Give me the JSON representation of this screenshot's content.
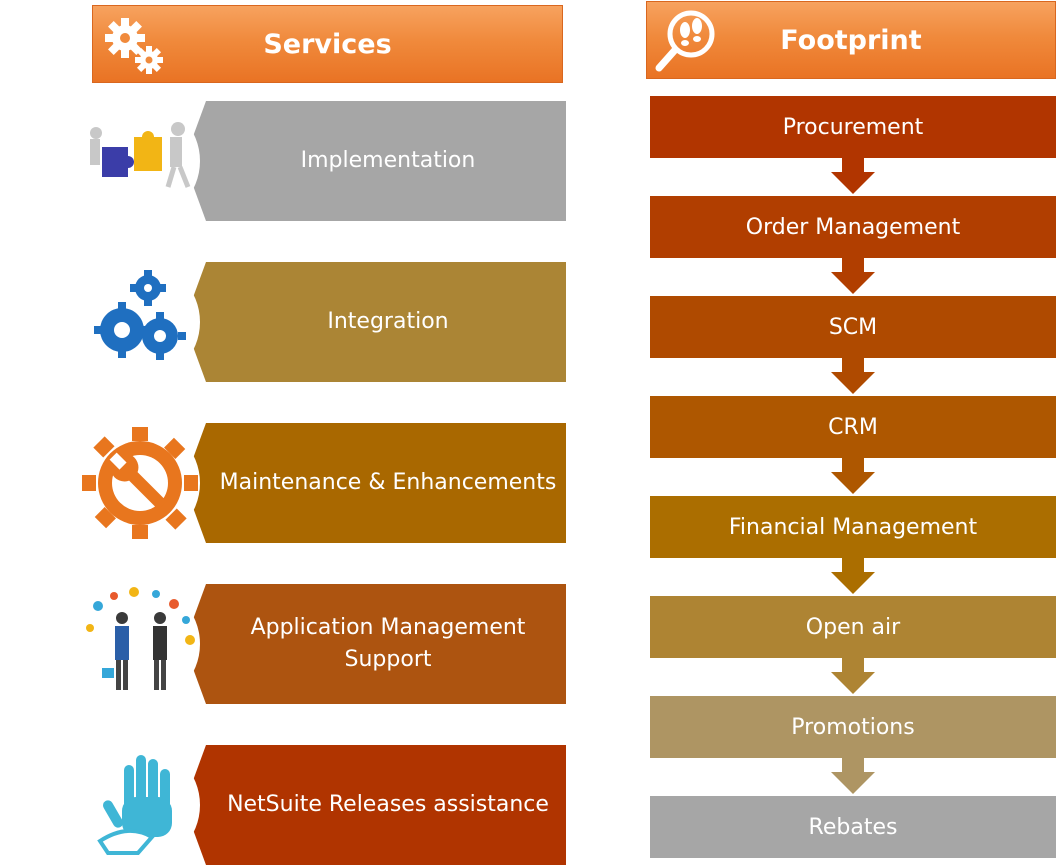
{
  "services": {
    "header": {
      "title": "Services"
    },
    "items": [
      {
        "label": "Implementation",
        "color": "#a6a6a6",
        "icon": "puzzle-people-icon"
      },
      {
        "label": "Integration",
        "color": "#ab8535",
        "icon": "blue-gears-icon"
      },
      {
        "label": "Maintenance & Enhancements",
        "color": "#a96800",
        "icon": "wrench-gear-icon"
      },
      {
        "label": "Application Management Support",
        "color": "#ad5410",
        "icon": "business-people-icon"
      },
      {
        "label": "NetSuite Releases assistance",
        "color": "#b03400",
        "icon": "helping-hand-icon"
      }
    ]
  },
  "footprint": {
    "header": {
      "title": "Footprint"
    },
    "items": [
      {
        "label": "Procurement",
        "color": "#b13500"
      },
      {
        "label": "Order Management",
        "color": "#b13e00"
      },
      {
        "label": "SCM",
        "color": "#af4a00"
      },
      {
        "label": "CRM",
        "color": "#ae5700"
      },
      {
        "label": "Financial Management",
        "color": "#ab6e00"
      },
      {
        "label": "Open air",
        "color": "#ae8433"
      },
      {
        "label": "Promotions",
        "color": "#ae9563"
      },
      {
        "label": "Rebates",
        "color": "#a6a6a6"
      }
    ]
  },
  "colors": {
    "header_orange": "#f08a3c"
  }
}
